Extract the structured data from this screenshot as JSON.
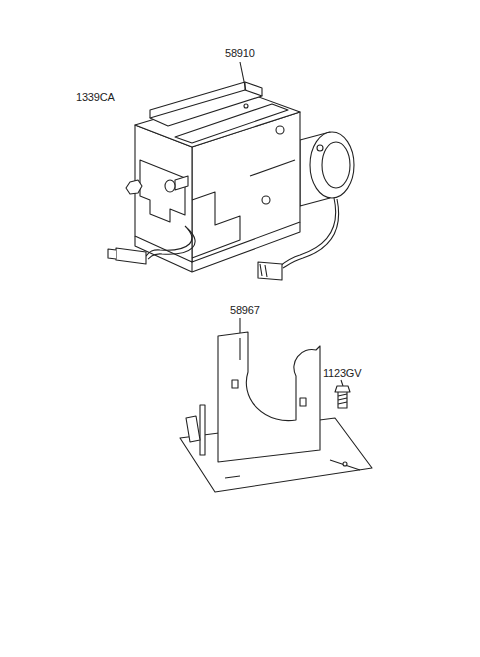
{
  "diagram": {
    "labels": [
      "58910",
      "1339CA",
      "58967",
      "1123GV"
    ]
  }
}
